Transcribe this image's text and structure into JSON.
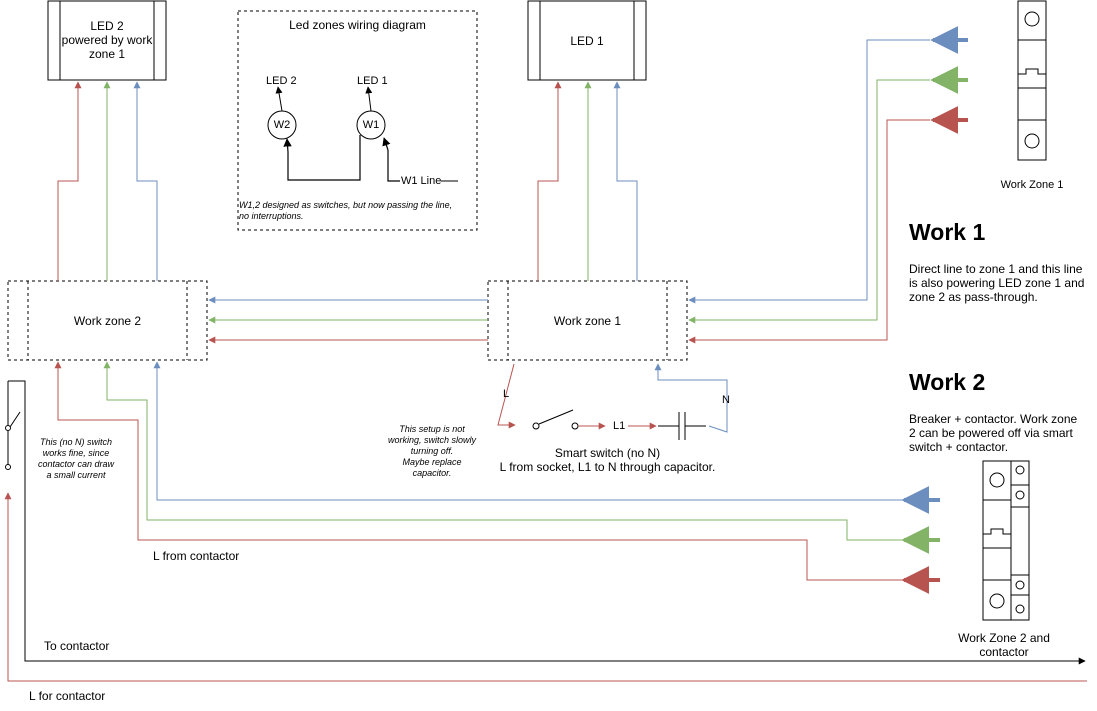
{
  "colors": {
    "red": "#b85450",
    "green": "#82b366",
    "blue": "#6c8ebf",
    "line": "#000000"
  },
  "boxes": {
    "led2": {
      "line1": "LED 2",
      "line2": "powered by work",
      "line3": "zone 1"
    },
    "led1": {
      "label": "LED 1"
    },
    "work_zone_2": {
      "label": "Work zone 2"
    },
    "work_zone_1": {
      "label": "Work zone 1"
    }
  },
  "inset": {
    "title": "Led zones wiring diagram",
    "led2": "LED 2",
    "led1": "LED 1",
    "w2": "W2",
    "w1": "W1",
    "w1_line": "W1 Line",
    "note_line1": "W1,2 designed as switches, but now passing the line,",
    "note_line2": "no interruptions."
  },
  "breakers": {
    "zone1_caption": "Work Zone 1",
    "zone2_caption_line1": "Work Zone 2 and",
    "zone2_caption_line2": "contactor"
  },
  "work1": {
    "heading": "Work 1",
    "line1": "Direct line to zone 1 and this line",
    "line2": "is also powering LED zone 1 and",
    "line3": "zone 2 as pass-through."
  },
  "work2": {
    "heading": "Work 2",
    "line1": "Breaker + contactor. Work zone",
    "line2": "2 can be powered off via smart",
    "line3": "switch + contactor."
  },
  "smart_switch": {
    "l_label": "L",
    "l1_label": "L1",
    "n_label": "N",
    "caption1": "Smart switch (no N)",
    "caption2": "L from socket, L1 to N through capacitor.",
    "note1": "This setup is not",
    "note2": "working, switch slowly",
    "note3": "turning off.",
    "note4": "Maybe replace",
    "note5": "capacitor."
  },
  "left_switch_note": {
    "line1": "This (no N) switch",
    "line2": "works fine, since",
    "line3": "contactor can draw",
    "line4": "a small current"
  },
  "labels": {
    "l_from_contactor": "L from contactor",
    "to_contactor": "To contactor",
    "l_for_contactor": "L for contactor"
  }
}
